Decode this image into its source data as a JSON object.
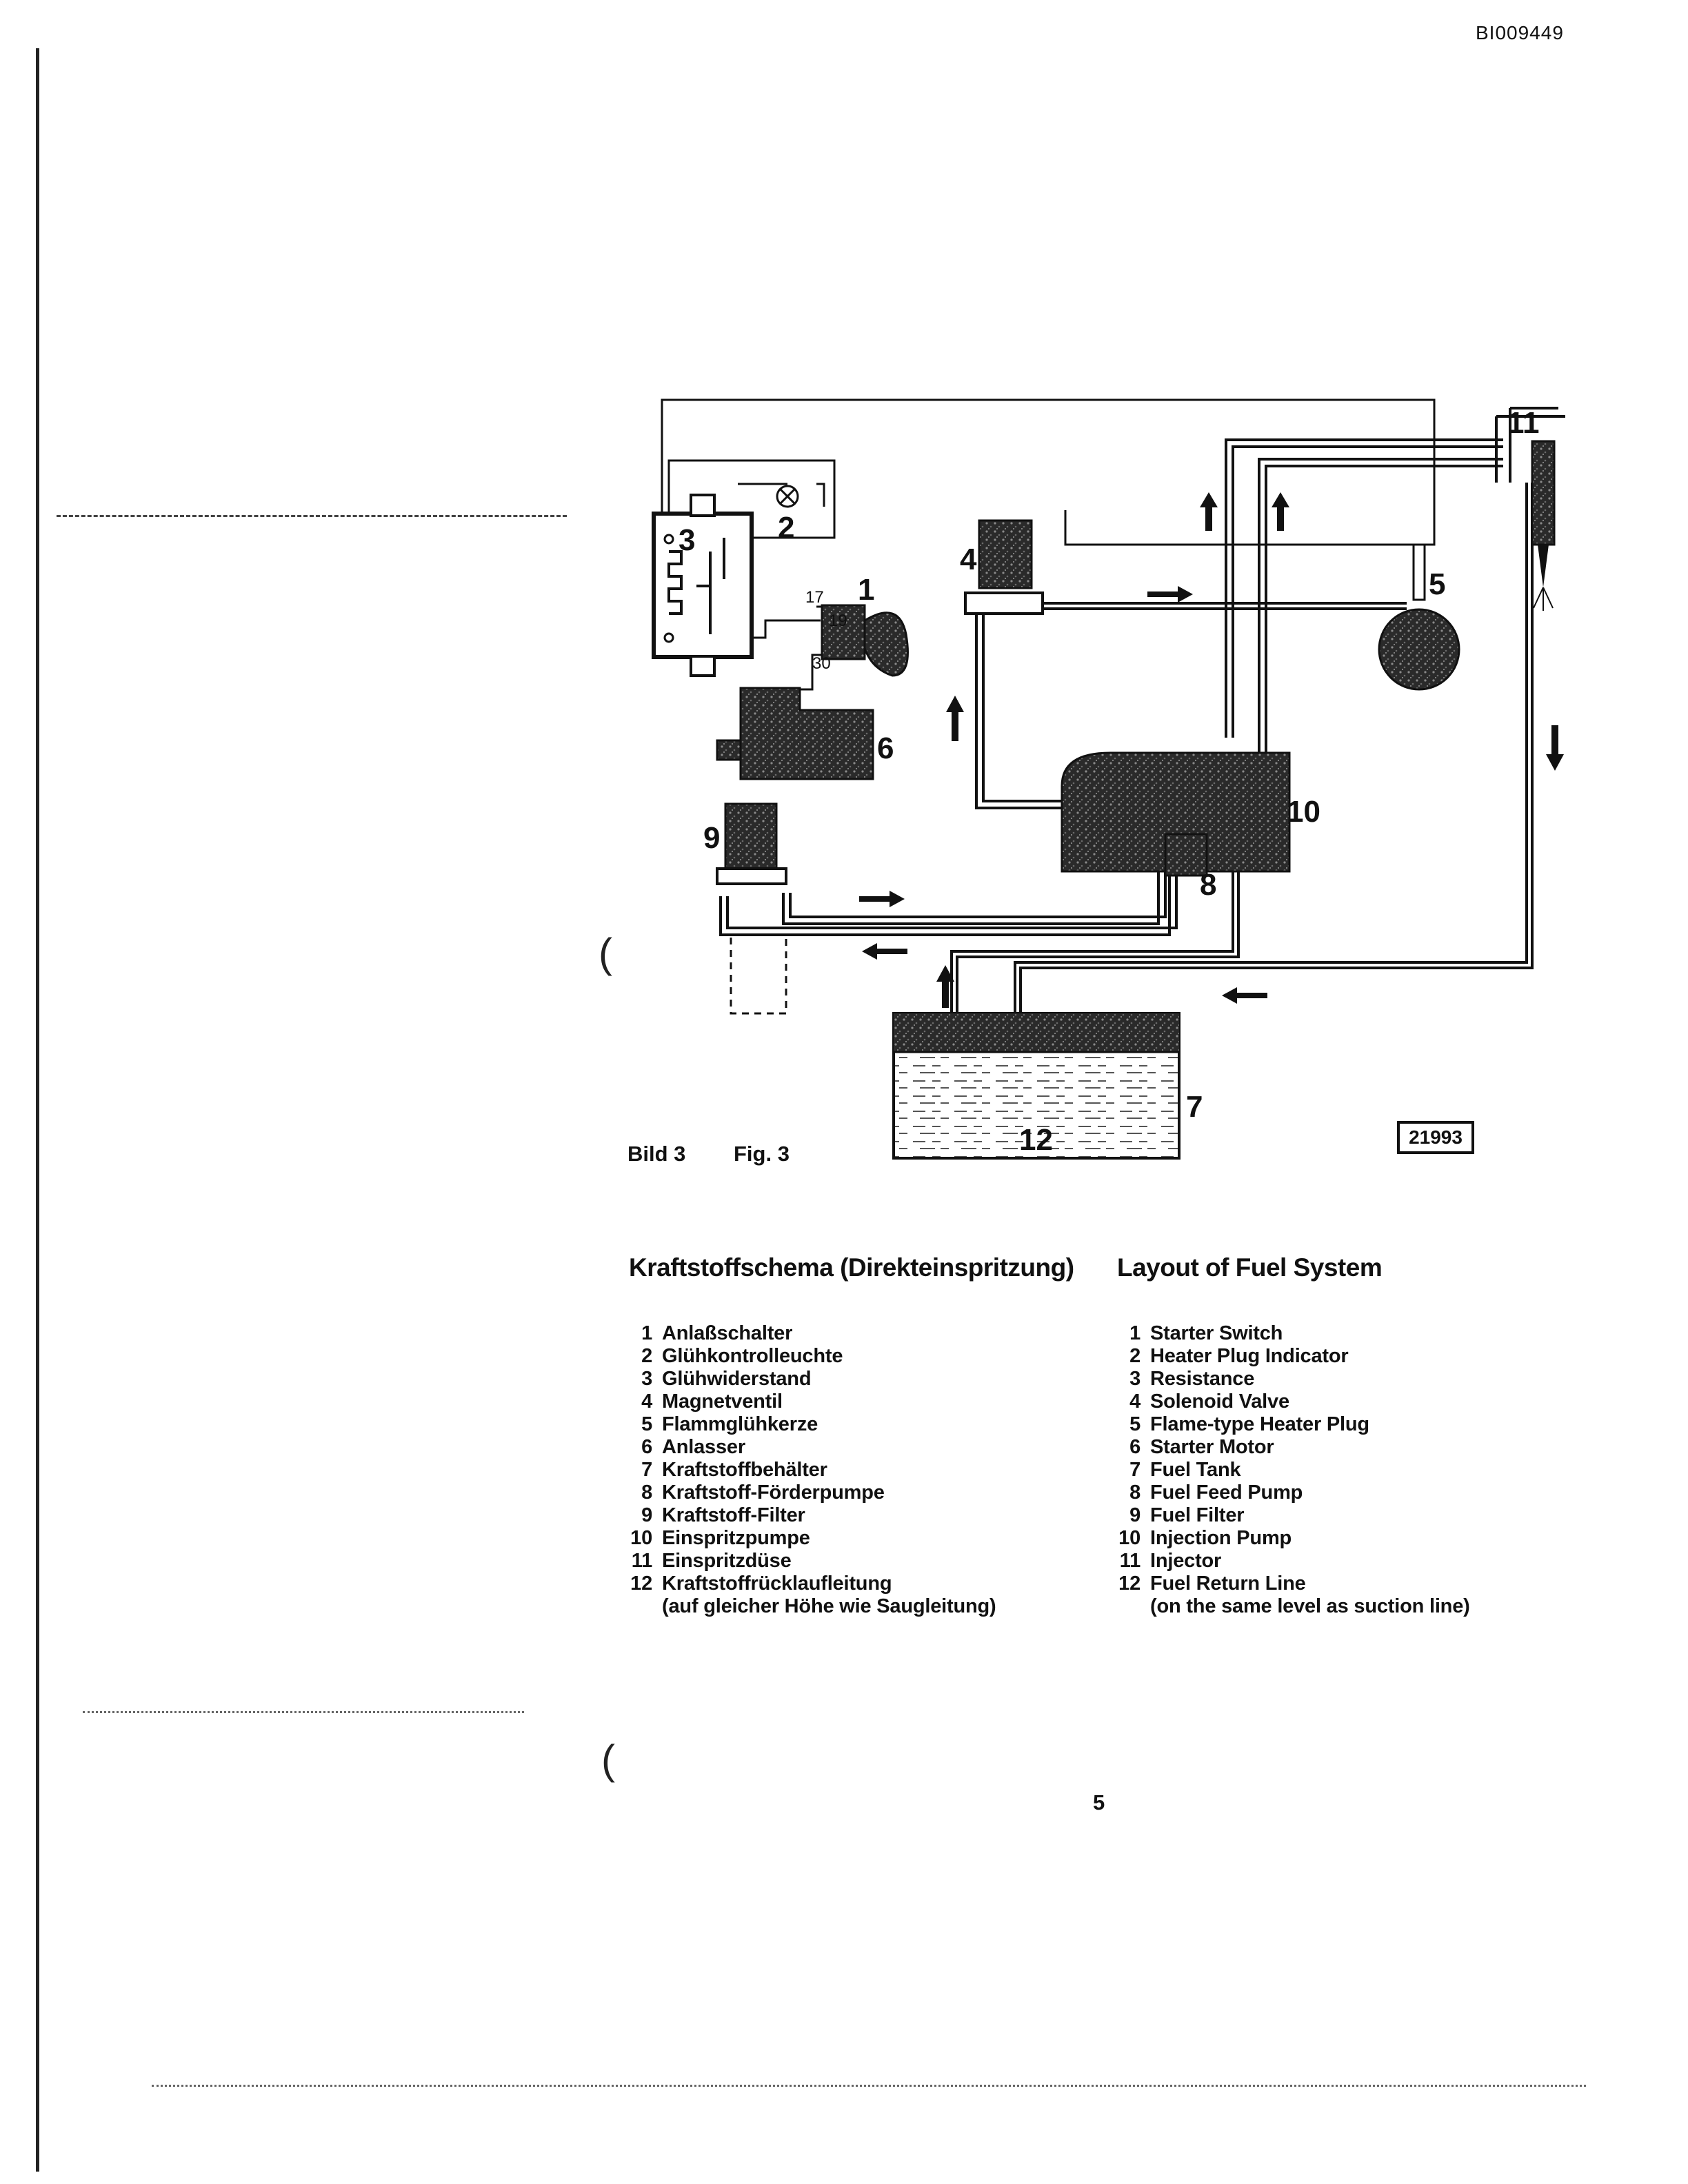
{
  "document": {
    "id": "BI009449",
    "page_number": "5"
  },
  "figure": {
    "label_de": "Bild 3",
    "label_en": "Fig. 3",
    "reference_number": "21993",
    "component_numbers": [
      "1",
      "2",
      "3",
      "4",
      "5",
      "6",
      "7",
      "8",
      "9",
      "10",
      "11",
      "12"
    ],
    "terminal_labels": [
      "17",
      "19",
      "30"
    ]
  },
  "legend_de": {
    "title": "Kraftstoffschema (Direkteinspritzung)",
    "items": [
      {
        "num": "1",
        "text": "Anlaßschalter"
      },
      {
        "num": "2",
        "text": "Glühkontrolleuchte"
      },
      {
        "num": "3",
        "text": "Glühwiderstand"
      },
      {
        "num": "4",
        "text": "Magnetventil"
      },
      {
        "num": "5",
        "text": "Flammglühkerze"
      },
      {
        "num": "6",
        "text": "Anlasser"
      },
      {
        "num": "7",
        "text": "Kraftstoffbehälter"
      },
      {
        "num": "8",
        "text": "Kraftstoff-Förderpumpe"
      },
      {
        "num": "9",
        "text": "Kraftstoff-Filter"
      },
      {
        "num": "10",
        "text": "Einspritzpumpe"
      },
      {
        "num": "11",
        "text": "Einspritzdüse"
      },
      {
        "num": "12",
        "text": "Kraftstoffrücklaufleitung"
      },
      {
        "num": "",
        "text": "(auf gleicher Höhe wie Saugleitung)"
      }
    ]
  },
  "legend_en": {
    "title": "Layout of Fuel System",
    "items": [
      {
        "num": "1",
        "text": "Starter Switch"
      },
      {
        "num": "2",
        "text": "Heater Plug Indicator"
      },
      {
        "num": "3",
        "text": "Resistance"
      },
      {
        "num": "4",
        "text": "Solenoid Valve"
      },
      {
        "num": "5",
        "text": "Flame-type Heater Plug"
      },
      {
        "num": "6",
        "text": "Starter Motor"
      },
      {
        "num": "7",
        "text": "Fuel Tank"
      },
      {
        "num": "8",
        "text": "Fuel Feed Pump"
      },
      {
        "num": "9",
        "text": "Fuel Filter"
      },
      {
        "num": "10",
        "text": "Injection Pump"
      },
      {
        "num": "11",
        "text": "Injector"
      },
      {
        "num": "12",
        "text": "Fuel Return Line"
      },
      {
        "num": "",
        "text": "(on the same level as suction line)"
      }
    ]
  }
}
